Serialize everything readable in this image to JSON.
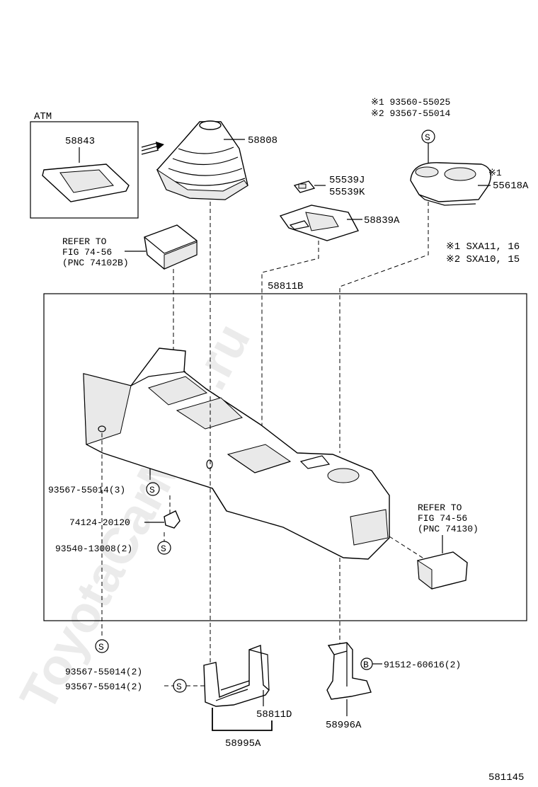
{
  "watermark": "ToyotaCarMine.ru",
  "figure_id": "581145",
  "labels": {
    "atm": "ATM",
    "p58843": "58843",
    "p58808": "58808",
    "note1_code": "※1 93560-55025",
    "note2_code": "※2 93567-55014",
    "s_symbol": "S",
    "b_symbol": "B",
    "p55539j": "55539J",
    "p55539k": "55539K",
    "note1_mark": "※1",
    "p55618a": "55618A",
    "p58839a": "58839A",
    "refer1_line1": "REFER TO",
    "refer1_line2": "FIG 74-56",
    "refer1_line3": "(PNC 74102B)",
    "sxa1": "※1 SXA11, 16",
    "sxa2": "※2 SXA10, 15",
    "p58811b": "58811B",
    "screw_left": "93567-55014(3)",
    "p74124": "74124-20120",
    "screw_93540": "93540-13008(2)",
    "refer2_line1": "REFER TO",
    "refer2_line2": "FIG 74-56",
    "refer2_line3": "(PNC 74130)",
    "screw_bottom1": "93567-55014(2)",
    "screw_bottom2": "93567-55014(2)",
    "bolt_91512": "91512-60616(2)",
    "p58811d": "58811D",
    "p58995a": "58995A",
    "p58996a": "58996A"
  }
}
